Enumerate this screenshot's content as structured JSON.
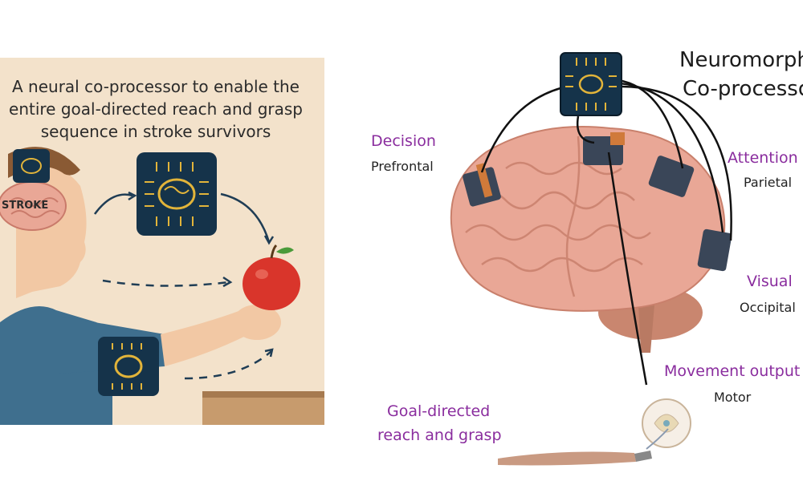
{
  "left": {
    "title_lines": [
      "A neural co-processor to enable the",
      "entire goal-directed reach and grasp",
      "sequence in stroke survivors"
    ],
    "stroke_label": "STROKE"
  },
  "right": {
    "title_line1": "Neuromorphic",
    "title_line2": "Co-processor",
    "decision": {
      "label": "Decision",
      "region": "Prefrontal"
    },
    "attention": {
      "label": "Attention",
      "region": "Parietal"
    },
    "visual": {
      "label": "Visual",
      "region": "Occipital"
    },
    "movement": {
      "label": "Movement output",
      "region": "Motor"
    },
    "goal_line1": "Goal-directed",
    "goal_line2": "reach and grasp"
  },
  "colors": {
    "panel_bg": "#f3e2cb",
    "chip_bg": "#15334a",
    "chip_gold": "#e2b43a",
    "brain_pink": "#e9a796",
    "accent_purple": "#8a2d9e"
  }
}
